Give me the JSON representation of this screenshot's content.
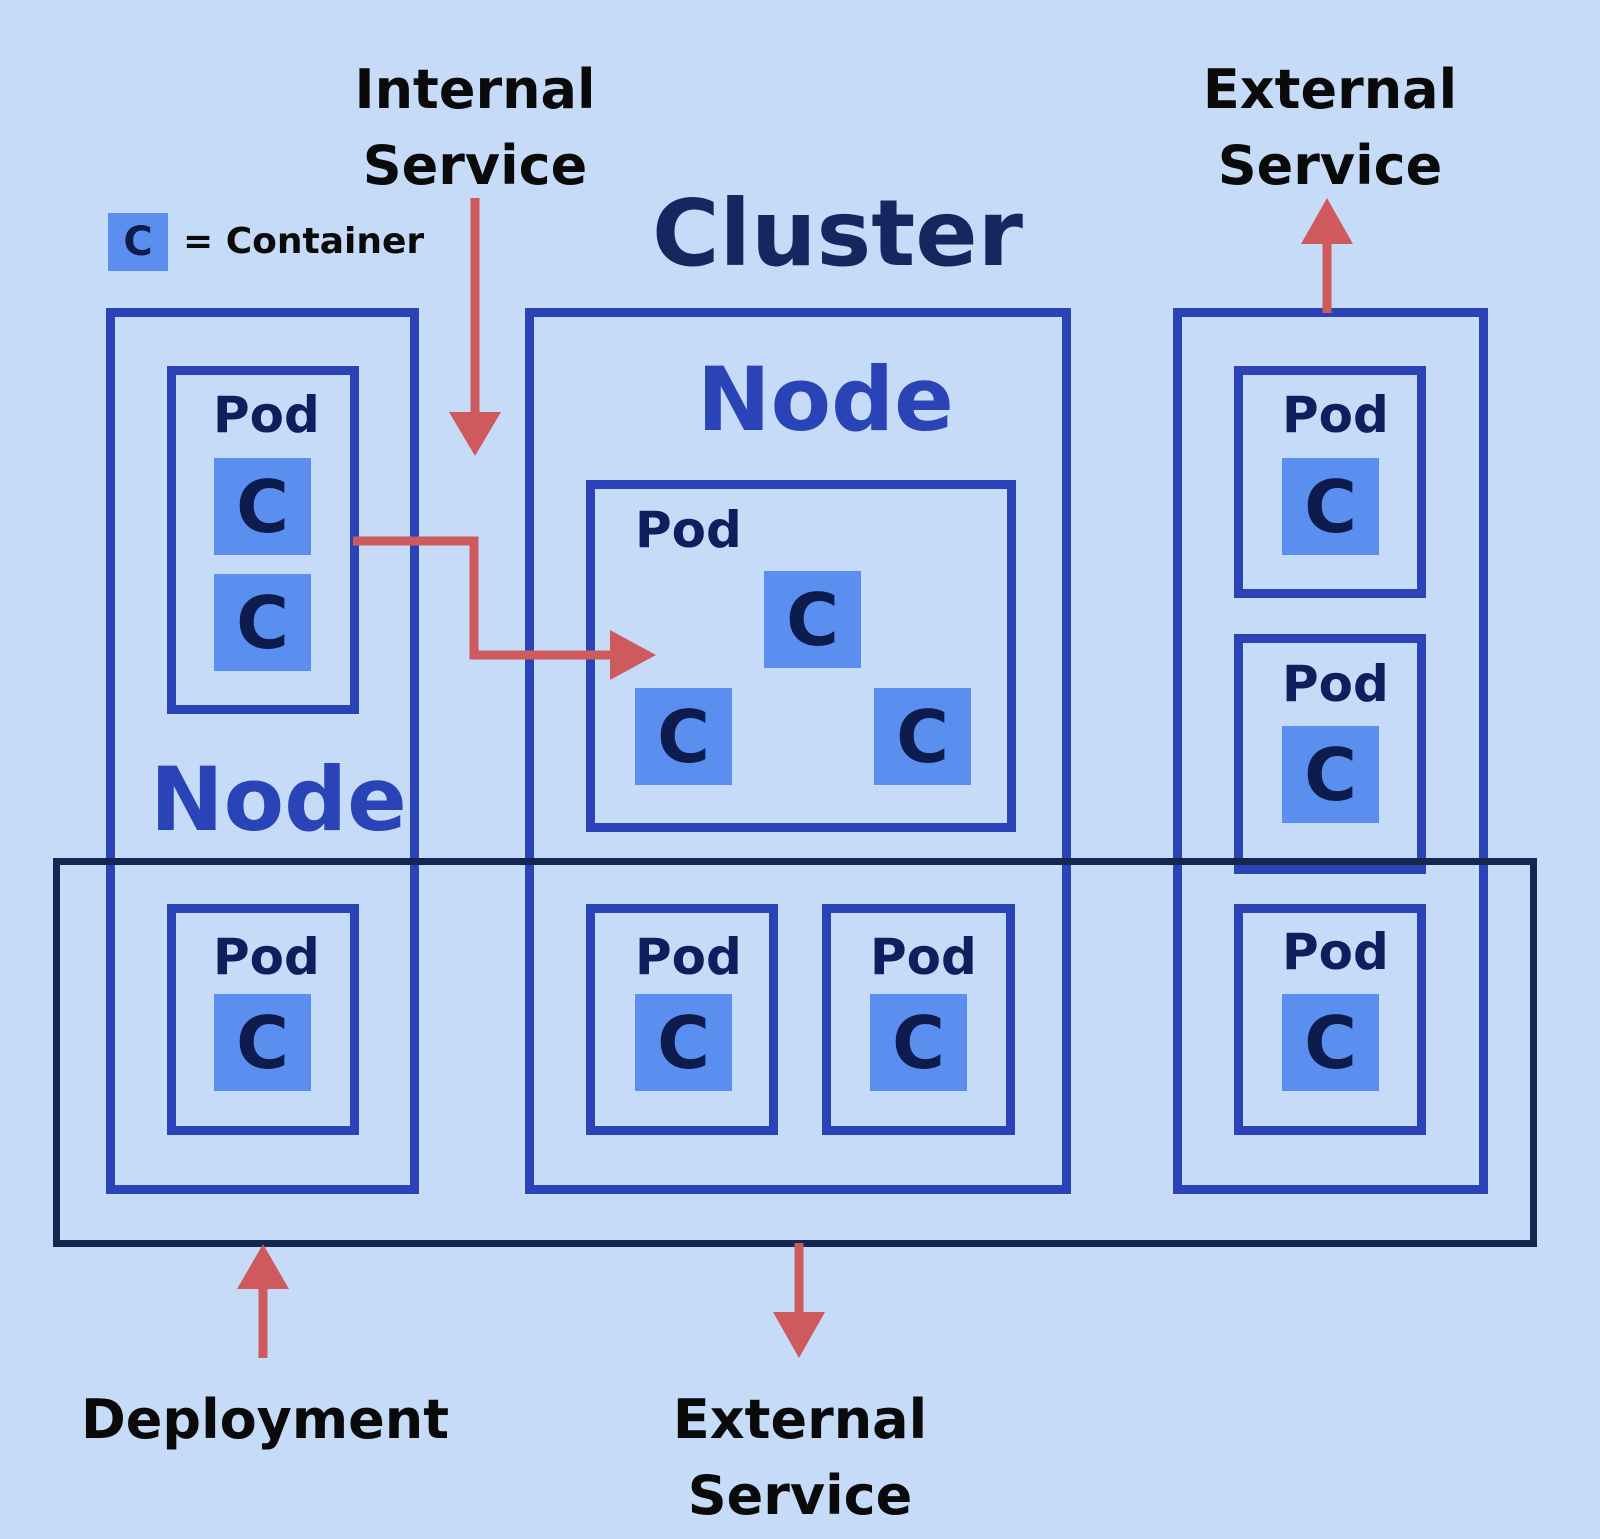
{
  "legend": {
    "symbol": "C",
    "text": "= Container"
  },
  "title": "Cluster",
  "annotations": {
    "internal_service": [
      "Internal",
      "Service"
    ],
    "external_service_top": [
      "External",
      "Service"
    ],
    "external_service_bottom": [
      "External",
      "Service"
    ],
    "deployment": "Deployment"
  },
  "labels": {
    "node": "Node",
    "pod": "Pod",
    "container": "C"
  },
  "colors": {
    "background": "#c5dbf7",
    "node_border": "#2a44b8",
    "deployment_border": "#14274f",
    "container_fill": "#5a8ff0",
    "arrow": "#cf5a5e"
  }
}
